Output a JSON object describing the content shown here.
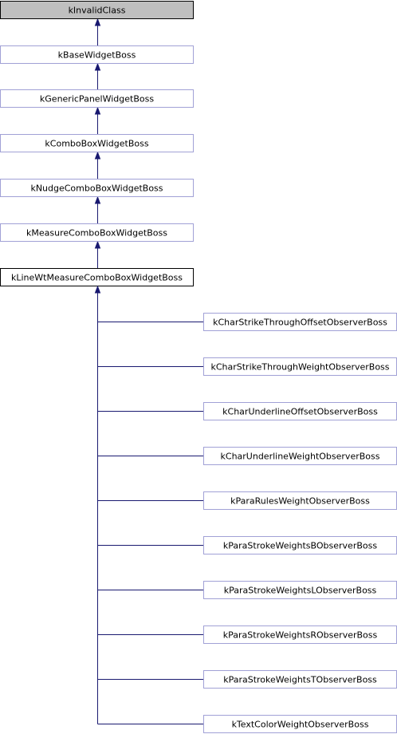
{
  "colors": {
    "root_fill": "#bfbfbf",
    "root_stroke": "#000000",
    "ancestor_fill": "#ffffff",
    "ancestor_stroke": "#a1a1d6",
    "current_fill": "#ffffff",
    "current_stroke": "#000000",
    "child_fill": "#ffffff",
    "child_stroke": "#a1a1d6",
    "edge": "#191970"
  },
  "chain": [
    {
      "label": "kInvalidClass",
      "kind": "root"
    },
    {
      "label": "kBaseWidgetBoss",
      "kind": "ancestor"
    },
    {
      "label": "kGenericPanelWidgetBoss",
      "kind": "ancestor"
    },
    {
      "label": "kComboBoxWidgetBoss",
      "kind": "ancestor"
    },
    {
      "label": "kNudgeComboBoxWidgetBoss",
      "kind": "ancestor"
    },
    {
      "label": "kMeasureComboBoxWidgetBoss",
      "kind": "ancestor"
    },
    {
      "label": "kLineWtMeasureComboBoxWidgetBoss",
      "kind": "current"
    }
  ],
  "children": [
    {
      "label": "kCharStrikeThroughOffsetObserverBoss"
    },
    {
      "label": "kCharStrikeThroughWeightObserverBoss"
    },
    {
      "label": "kCharUnderlineOffsetObserverBoss"
    },
    {
      "label": "kCharUnderlineWeightObserverBoss"
    },
    {
      "label": "kParaRulesWeightObserverBoss"
    },
    {
      "label": "kParaStrokeWeightsBObserverBoss"
    },
    {
      "label": "kParaStrokeWeightsLObserverBoss"
    },
    {
      "label": "kParaStrokeWeightsRObserverBoss"
    },
    {
      "label": "kParaStrokeWeightsTObserverBoss"
    },
    {
      "label": "kTextColorWeightObserverBoss"
    }
  ]
}
